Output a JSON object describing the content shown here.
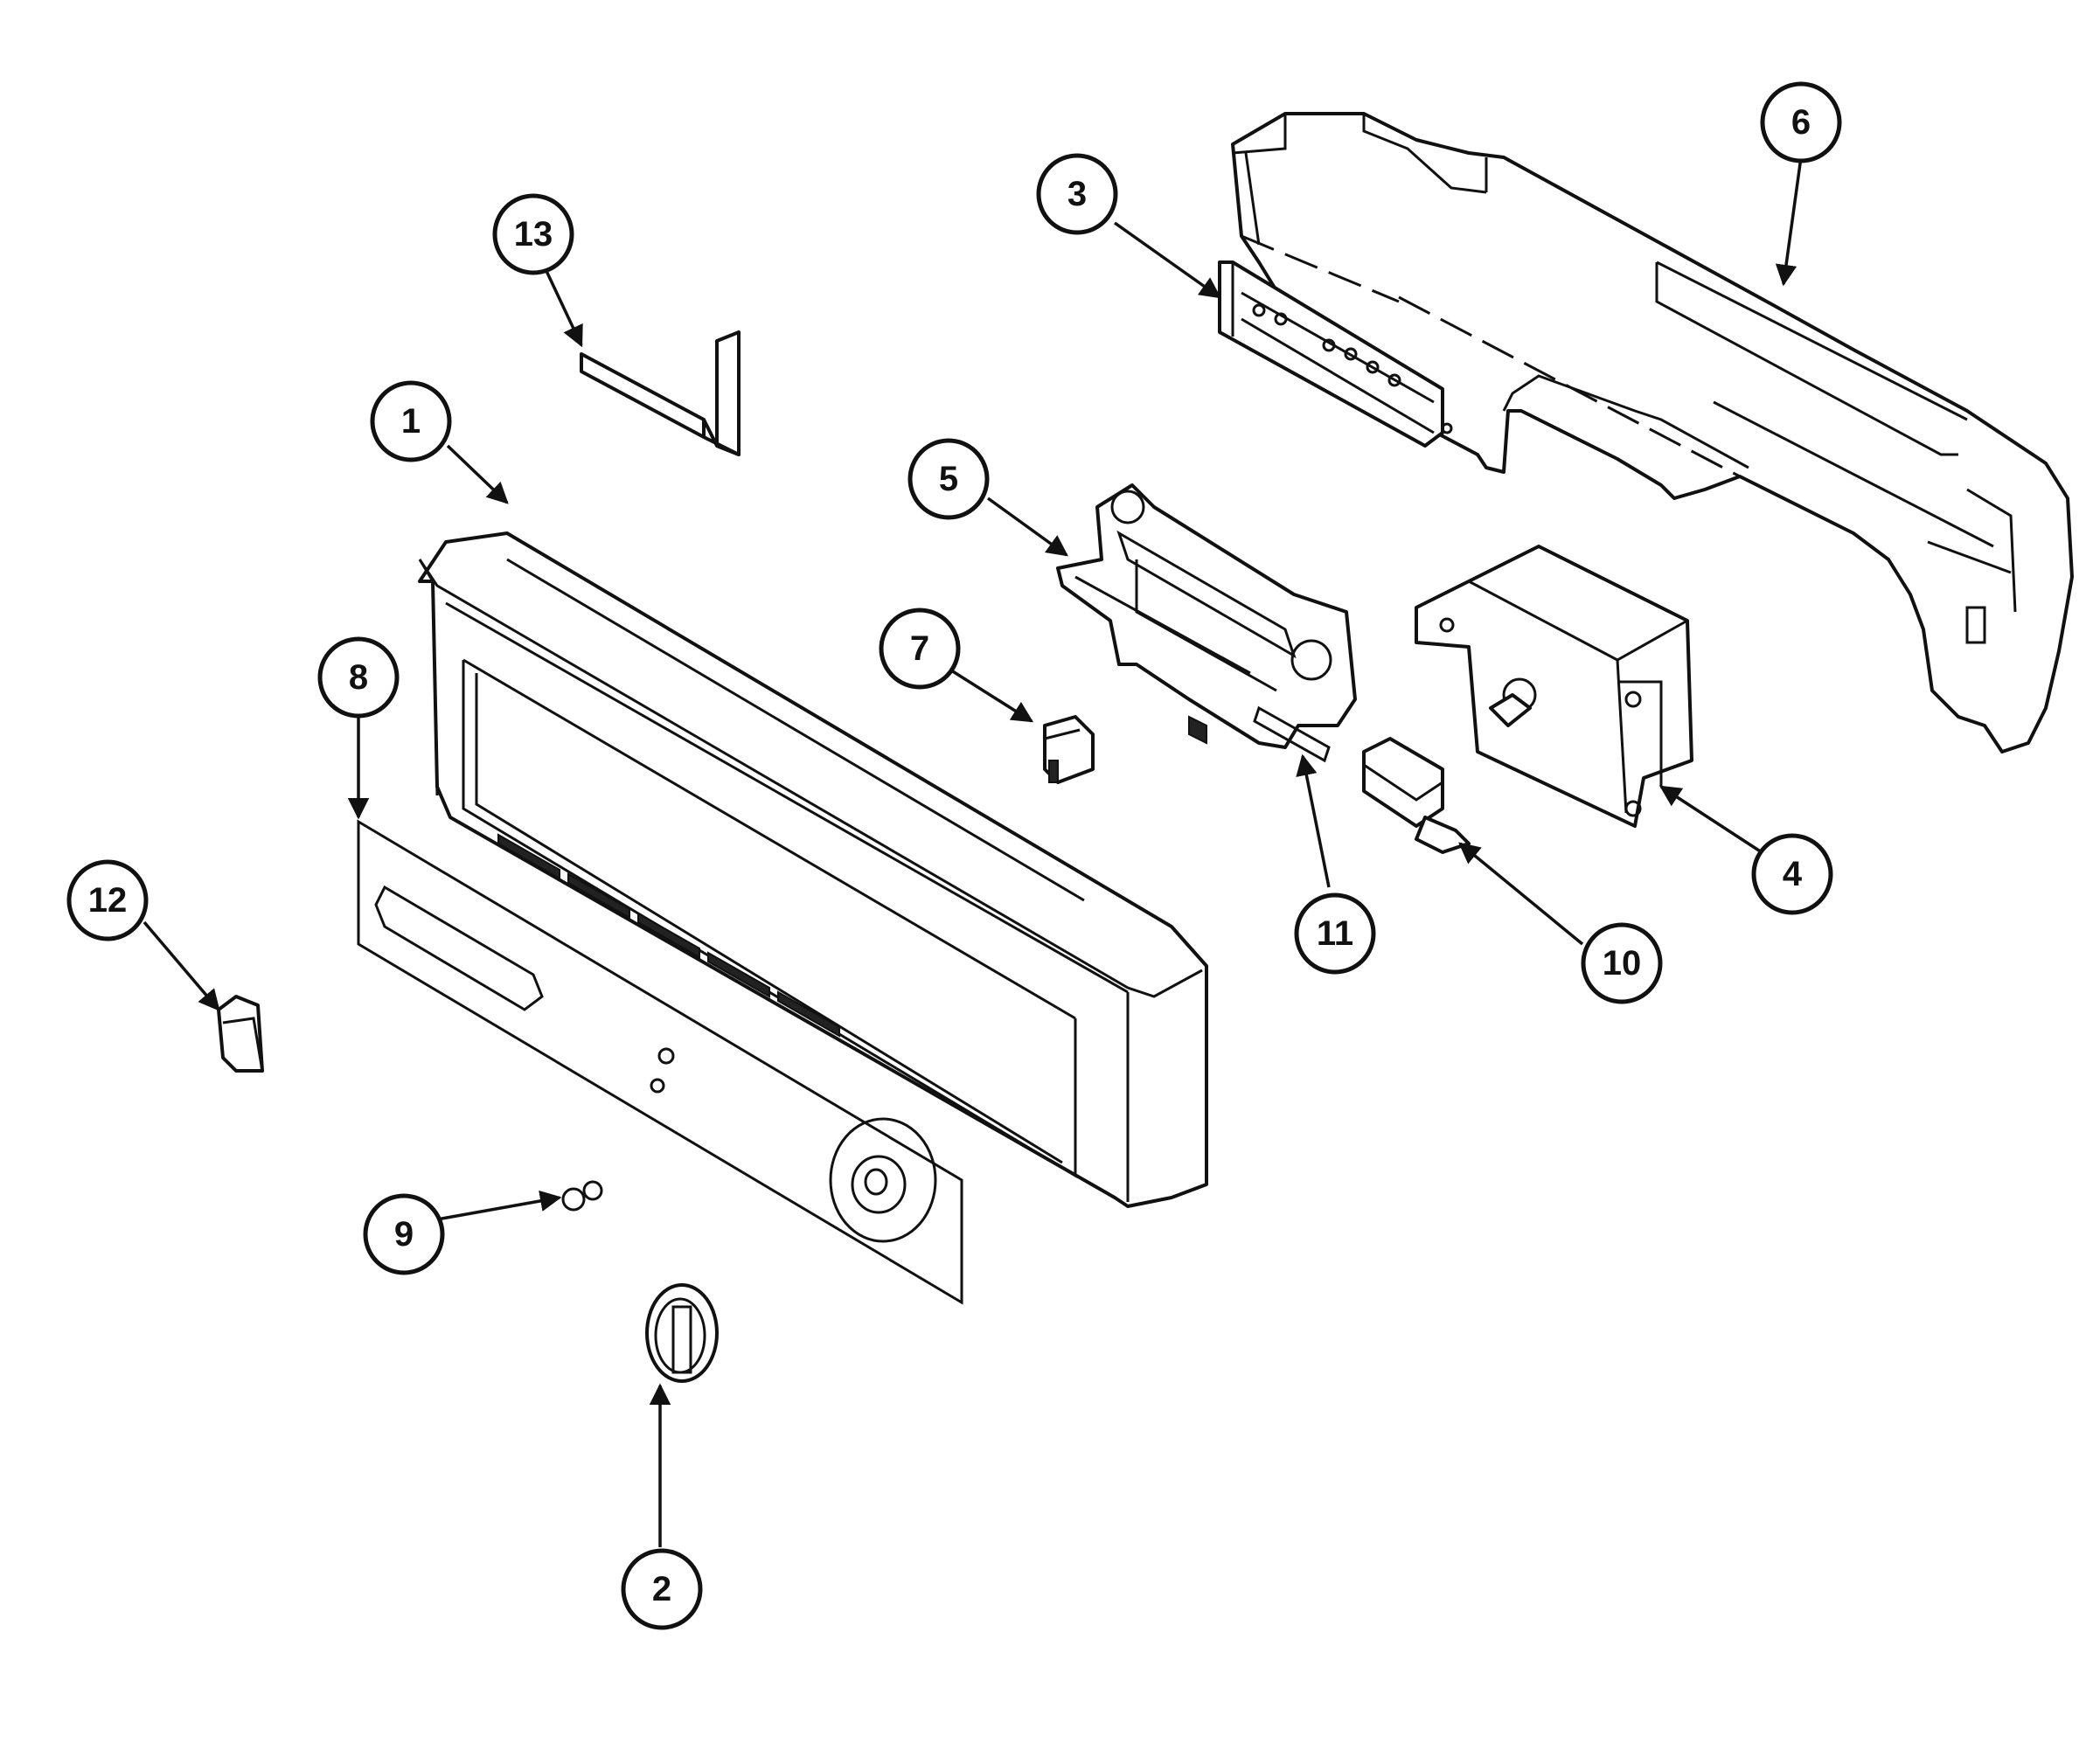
{
  "diagram": {
    "callouts": [
      {
        "id": "1",
        "label": "1"
      },
      {
        "id": "2",
        "label": "2"
      },
      {
        "id": "3",
        "label": "3"
      },
      {
        "id": "4",
        "label": "4"
      },
      {
        "id": "5",
        "label": "5"
      },
      {
        "id": "6",
        "label": "6"
      },
      {
        "id": "7",
        "label": "7"
      },
      {
        "id": "8",
        "label": "8"
      },
      {
        "id": "9",
        "label": "9"
      },
      {
        "id": "10",
        "label": "10"
      },
      {
        "id": "11",
        "label": "11"
      },
      {
        "id": "12",
        "label": "12"
      },
      {
        "id": "13",
        "label": "13"
      }
    ],
    "colors": {
      "ink": "#111111",
      "paper": "#ffffff"
    }
  }
}
